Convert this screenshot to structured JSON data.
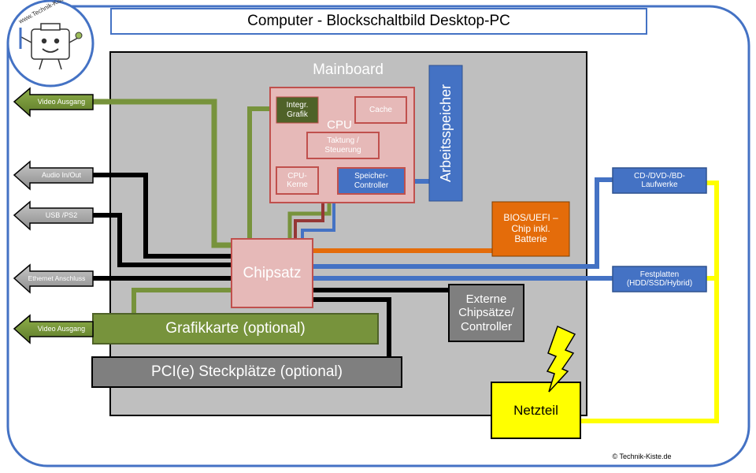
{
  "title": "Computer - Blockschaltbild Desktop-PC",
  "logo": {
    "url_text": "www.Technik-Kiste.de"
  },
  "mainboard": {
    "label": "Mainboard"
  },
  "cpu": {
    "label": "CPU",
    "integrated_graphics": "Integr. Grafik",
    "cache": "Cache",
    "clock_control": "Taktung / Steuerung",
    "cores": "CPU-Kerne",
    "memory_controller": "Speicher-Controller"
  },
  "ram": {
    "label": "Arbeitsspeicher"
  },
  "bios": {
    "label": "BIOS/UEFI – Chip inkl. Batterie"
  },
  "chipset": {
    "label": "Chipsatz"
  },
  "external_chipsets": {
    "label": "Externe Chipsätze/ Controller"
  },
  "graphics_card": {
    "label": "Grafikkarte (optional)"
  },
  "pci_slots": {
    "label": "PCI(e) Steckplätze (optional)"
  },
  "psu": {
    "label": "Netzteil"
  },
  "drives": {
    "optical": "CD-/DVD-/BD-Laufwerke",
    "storage": "Festplatten (HDD/SSD/Hybrid)"
  },
  "ports": {
    "video_out_1": "Video Ausgang",
    "audio": "Audio In/Out",
    "usb": "USB /PS2",
    "ethernet": "Ethernet Anschluss",
    "video_out_2": "Video Ausgang"
  },
  "copyright": "© Technik-Kiste.de",
  "colors": {
    "green": "#77933C",
    "dark_green": "#4F6228",
    "blue": "#4472C4",
    "orange": "#E46C0A",
    "yellow": "#FFFF00",
    "black": "#000000",
    "cpu_pink": "#E6B9B8",
    "chipset_pink": "#E6B9B8",
    "border_red": "#C0504D",
    "mainboard_gray": "#BFBFBF",
    "dark_gray": "#7F7F7F",
    "frame_blue": "#4472C4"
  }
}
